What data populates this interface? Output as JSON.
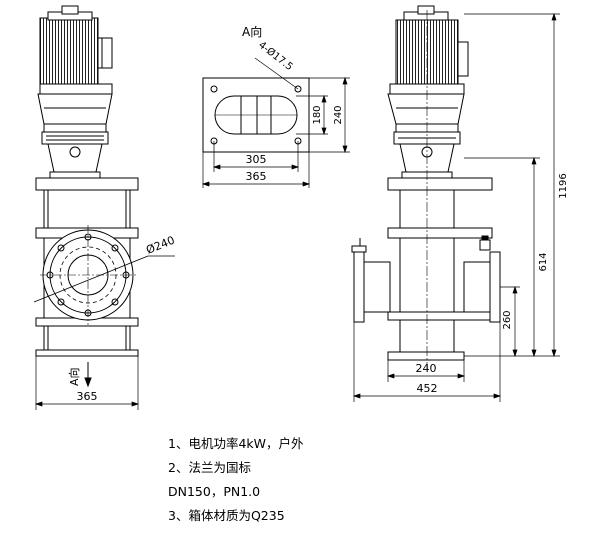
{
  "view_label": "A向",
  "dimensions": {
    "hole_callout": "4-Ø17.5",
    "flange_slot_height": "180",
    "flange_height": "240",
    "flange_slot_width": "305",
    "flange_width": "365",
    "pipe_dia": "Ø240",
    "front_base_width": "365",
    "overall_height": "1196",
    "axis_height": "614",
    "flange_center_height": "260",
    "side_base_width": "240",
    "side_overall_width": "452"
  },
  "notes": [
    "1、电机功率4kW，户外",
    "2、法兰为国标",
    "DN150，PN1.0",
    "3、箱体材质为Q235"
  ]
}
